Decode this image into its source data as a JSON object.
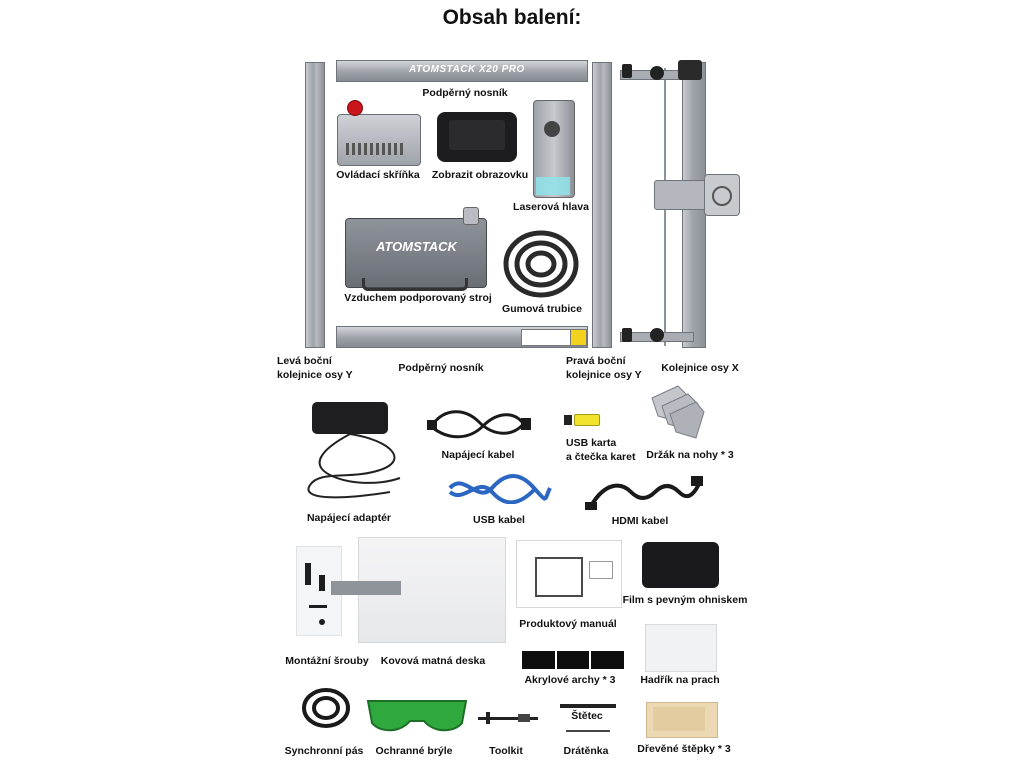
{
  "title": "Obsah balení:",
  "brand": {
    "rail_logo": "ATOMSTACK X20 PRO",
    "air_logo": "ATOMSTACK"
  },
  "items": {
    "beam_top": "Podpěrný nosník",
    "control_box": "Ovládací skříňka",
    "display": "Zobrazit obrazovku",
    "laser_head": "Laserová hlava",
    "air_assist": "Vzduchem podporovaný stroj",
    "rubber_tube": "Gumová trubice",
    "left_rail": [
      "Levá boční",
      "kolejnice osy Y"
    ],
    "beam_bottom": "Podpěrný nosník",
    "right_rail": [
      "Pravá boční",
      "kolejnice osy Y"
    ],
    "x_rail": "Kolejnice osy X",
    "power_adapter": "Napájecí adaptér",
    "power_cable": "Napájecí kabel",
    "usb_card": [
      "USB karta",
      "a čtečka karet"
    ],
    "foot_holder": "Držák na nohy * 3",
    "usb_cable": "USB kabel",
    "hdmi_cable": "HDMI kabel",
    "screws": "Montážní šrouby",
    "metal_plate": "Kovová matná deska",
    "manual": "Produktový manuál",
    "film": "Film s pevným ohniskem",
    "acrylic": "Akrylové archy * 3",
    "dust_cloth": "Hadřík na prach",
    "sync_belt": "Synchronní pás",
    "glasses": "Ochranné brýle",
    "toolkit": "Toolkit",
    "brush": "Štětec",
    "wire": "Drátěnka",
    "wood_chips": "Dřevěné štěpky * 3"
  }
}
